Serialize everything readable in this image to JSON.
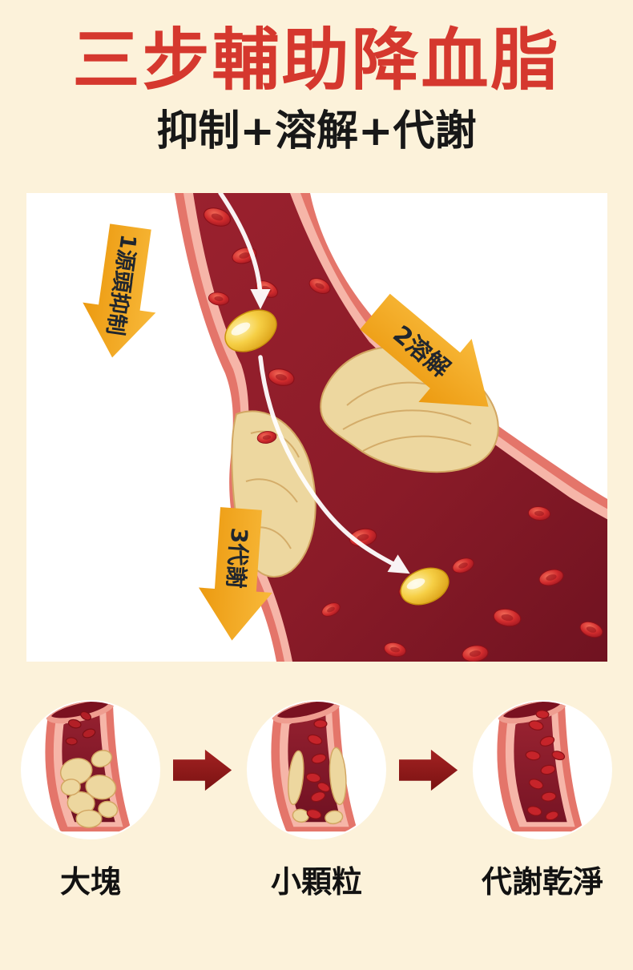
{
  "header": {
    "title": "三步輔助降血脂",
    "subtitle": "抑制+溶解+代謝"
  },
  "vessel_diagram": {
    "step1_arrow_label": "1源頭抑制",
    "step2_arrow_label": "2溶解",
    "step3_arrow_label": "3代謝"
  },
  "progression": {
    "steps": [
      {
        "label": "大塊"
      },
      {
        "label": "小顆粒"
      },
      {
        "label": "代謝乾淨"
      }
    ]
  },
  "colors": {
    "background": "#fcf2da",
    "title_red": "#d5382e",
    "process_arrow_orange": "#f1a41e",
    "progress_arrow_dark_red": "#8e1b1b",
    "artery_wall_pink": "#e4756a",
    "plaque_yellow": "#edd79f"
  }
}
